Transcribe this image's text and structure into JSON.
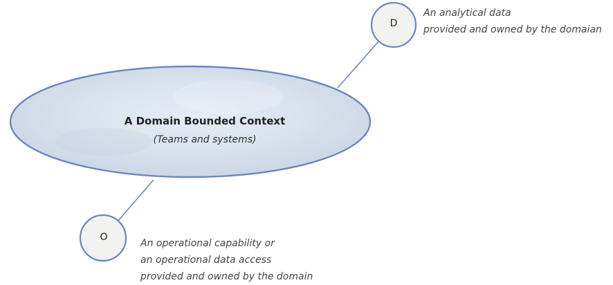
{
  "context": {
    "title": "A Domain Bounded Context",
    "subtitle": "(Teams and systems)"
  },
  "data_port": {
    "letter": "D",
    "description": [
      "An analytical data",
      "provided and owned by the domaian"
    ]
  },
  "operational_port": {
    "letter": "O",
    "description": [
      "An operational capability or",
      "an operational data access",
      "provided and owned by the domain"
    ]
  },
  "colors": {
    "stroke": "#6a86c1",
    "ellipse_fill": "#d9e2ee",
    "node_fill": "#f2f2f0"
  }
}
